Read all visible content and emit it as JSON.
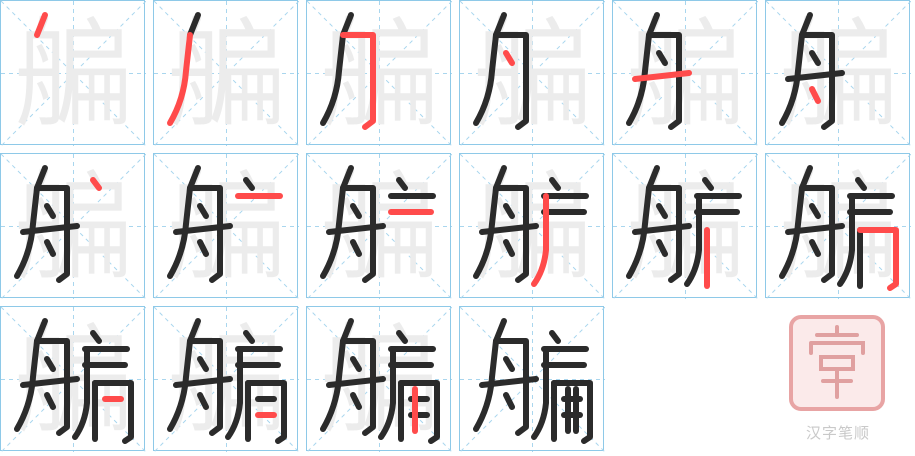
{
  "character": "艑",
  "stroke_count": 16,
  "site": {
    "label": "汉字笔顺"
  },
  "colors": {
    "grid_line": "#8ec9e8",
    "ink": "#2b2b2b",
    "highlight": "#ff4b4b",
    "ghost": "#ececec",
    "stamp": "#e8a4a4"
  },
  "icons": {
    "stamp": "seal-logo-icon"
  }
}
